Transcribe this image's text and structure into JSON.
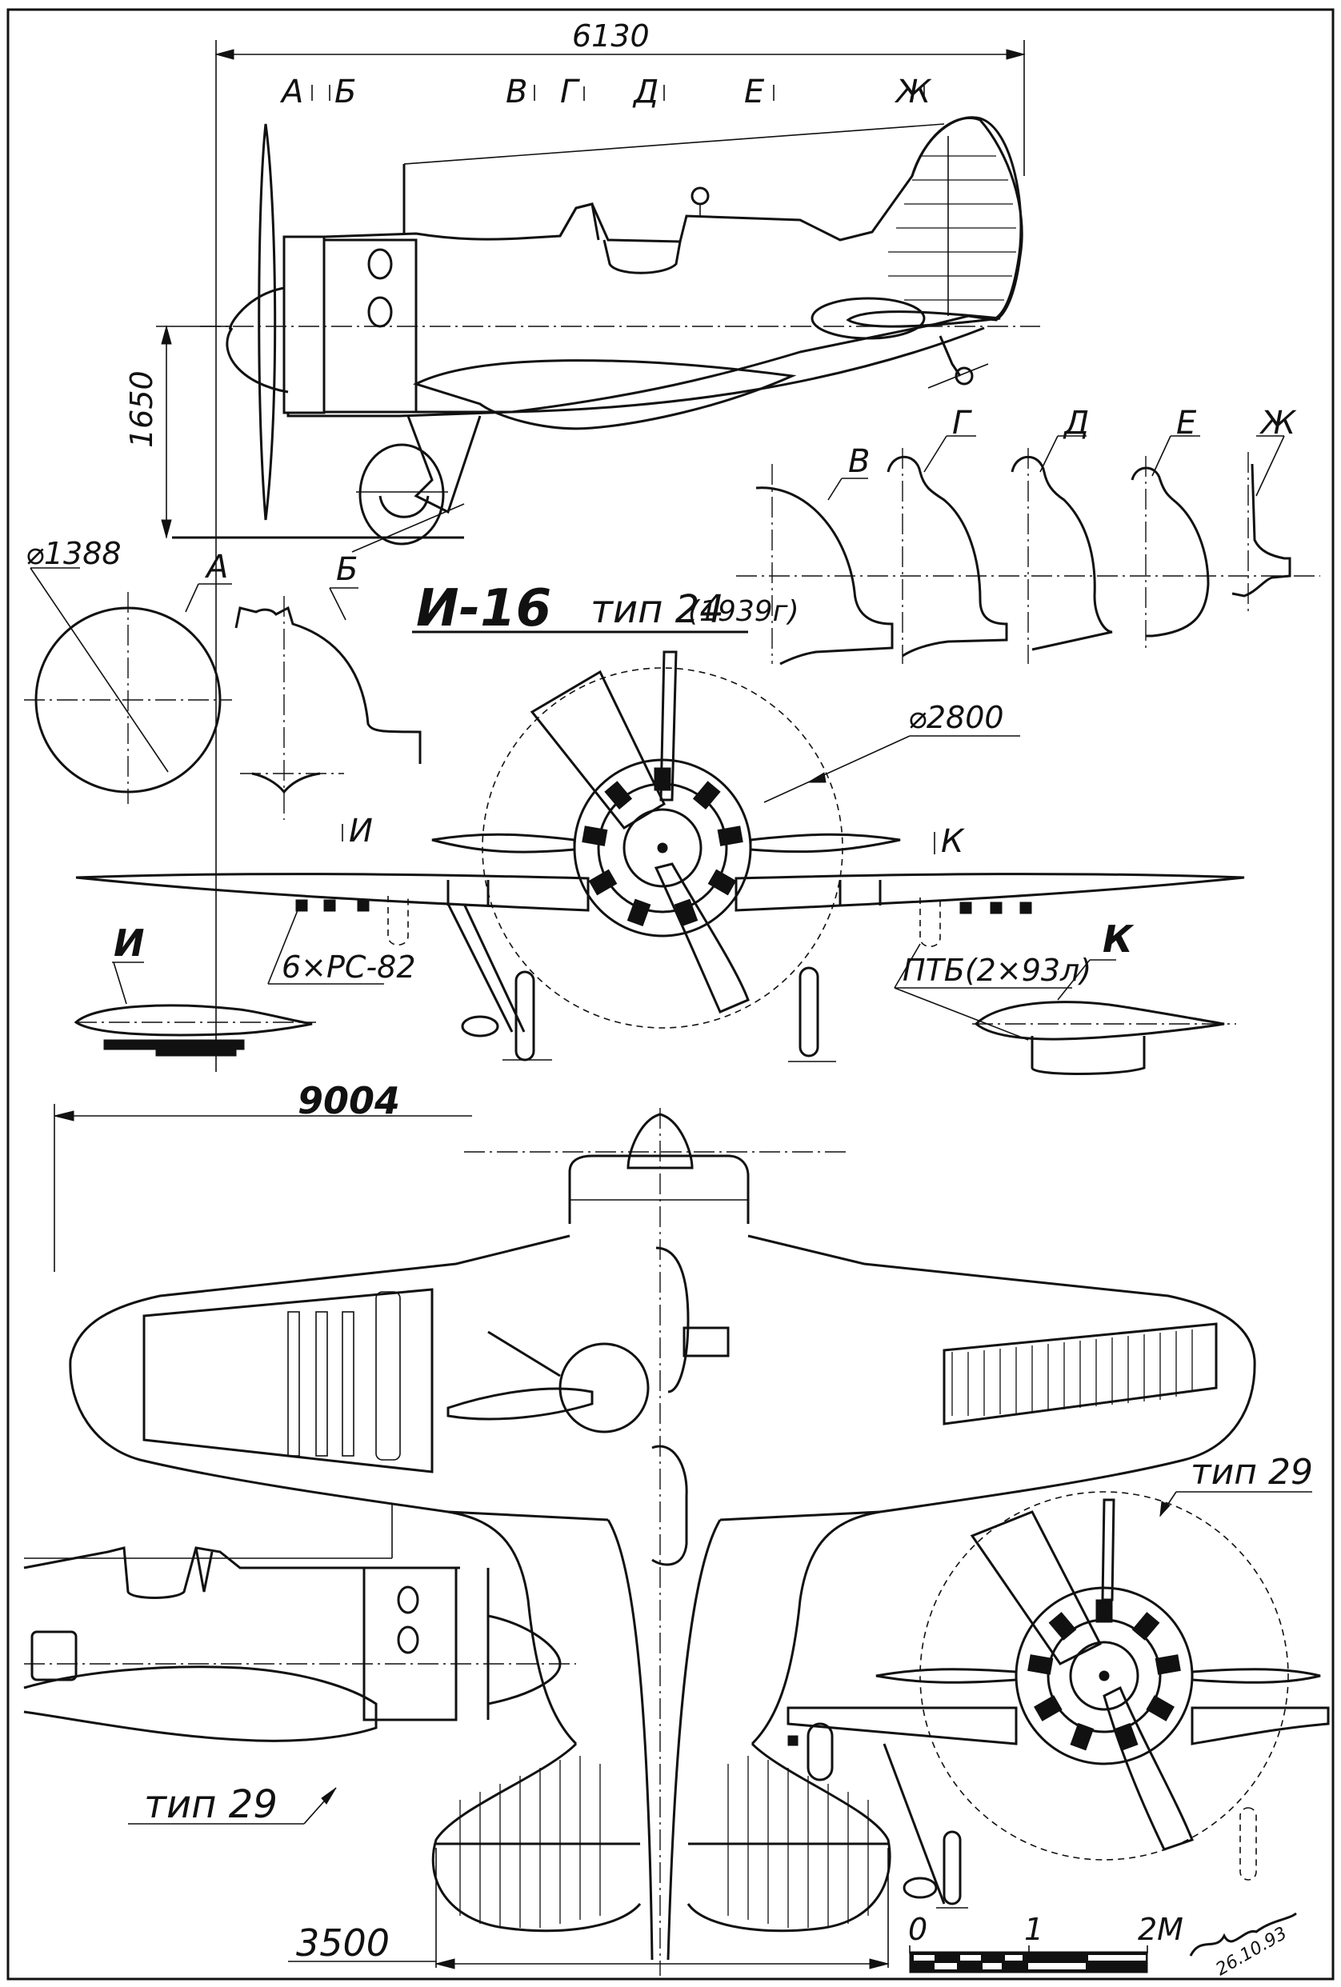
{
  "title": {
    "main": "И-16",
    "type": "тип 24",
    "year": "(1939г)"
  },
  "dimensions": {
    "length": "6130",
    "height": "1650",
    "wingspan": "9004",
    "tailspan": "3500",
    "propeller_diameter": "⌀2800",
    "fuselage_section_diameter": "⌀1388"
  },
  "section_marks": [
    "А",
    "Б",
    "В",
    "Г",
    "Д",
    "Е",
    "Ж"
  ],
  "section_labels": {
    "A": "А",
    "B": "Б",
    "V": "В",
    "G": "Г",
    "D": "Д",
    "E": "Е",
    "Zh": "Ж",
    "I": "И",
    "K": "К"
  },
  "callouts": {
    "rockets": "6×РС-82",
    "drop_tanks": "ПТБ(2×93л)",
    "variant_front": "тип 29",
    "variant_side": "тип 29"
  },
  "scale_bar": {
    "labels": [
      "0",
      "1",
      "2М"
    ],
    "units": "м"
  },
  "signature": {
    "date": "26.10.93"
  }
}
